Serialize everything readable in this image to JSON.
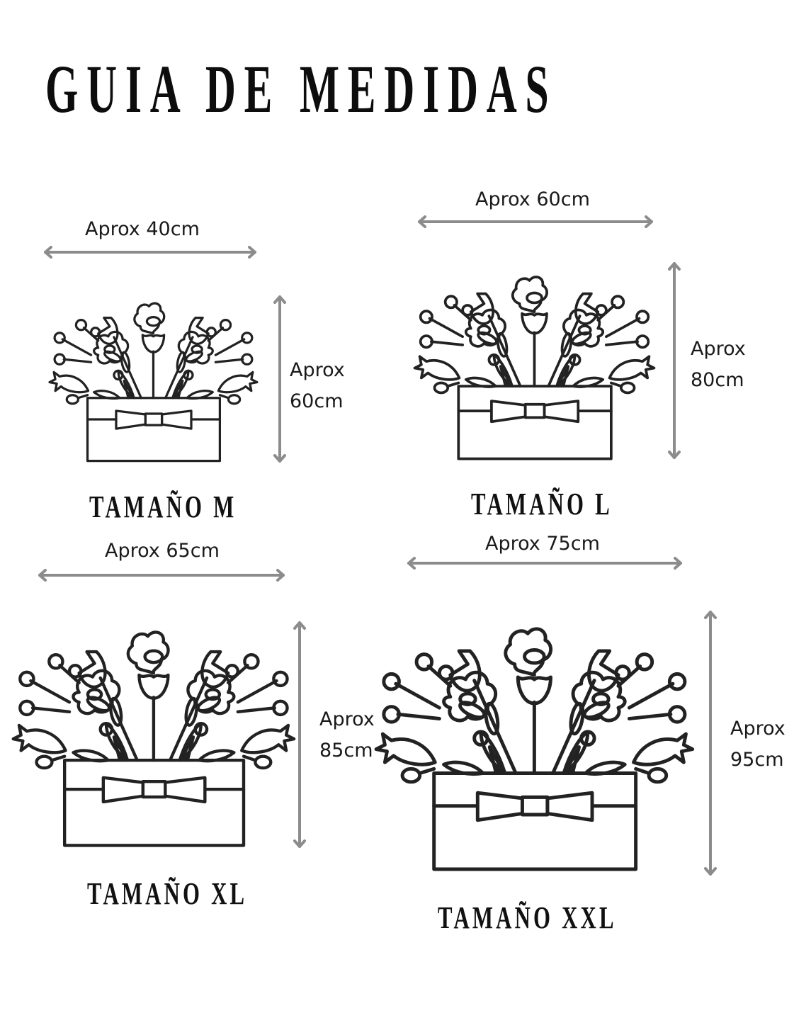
{
  "title": "GUIA DE MEDIDAS",
  "colors": {
    "text": "#111111",
    "arrow": "#8c8c8c",
    "background": "#ffffff"
  },
  "sizes": [
    {
      "name": "TAMAÑO M",
      "width_label": "Aprox 40cm",
      "height_label_line1": "Aprox",
      "height_label_line2": "60cm",
      "width_cm": 40,
      "height_cm": 60
    },
    {
      "name": "TAMAÑO L",
      "width_label": "Aprox 60cm",
      "height_label_line1": "Aprox",
      "height_label_line2": "80cm",
      "width_cm": 60,
      "height_cm": 80
    },
    {
      "name": "TAMAÑO XL",
      "width_label": "Aprox 65cm",
      "height_label_line1": "Aprox",
      "height_label_line2": "85cm",
      "width_cm": 65,
      "height_cm": 85
    },
    {
      "name": "TAMAÑO XXL",
      "width_label": "Aprox 75cm",
      "height_label_line1": "Aprox",
      "height_label_line2": "95cm",
      "width_cm": 75,
      "height_cm": 95
    }
  ],
  "icons": {
    "illustration": "flower-box-icon",
    "horizontal_arrow": "double-arrow-horizontal-icon",
    "vertical_arrow": "double-arrow-vertical-icon"
  }
}
